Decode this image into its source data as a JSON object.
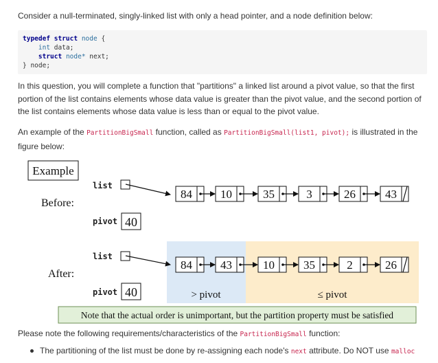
{
  "intro": "Consider a null-terminated, singly-linked list with only a head pointer, and a node definition below:",
  "code": {
    "line1_kw": "typedef struct",
    "line1_name": "node",
    "line1_brace": "{",
    "line2_type": "int",
    "line2_rest": "data;",
    "line3_kw": "struct",
    "line3_type": "node*",
    "line3_rest": "next;",
    "line4": "} node;"
  },
  "paragraph1": "In this question, you will complete a function that \"partitions\" a linked list around a pivot value, so that the first portion of the list contains elements whose data value is greater than the pivot value, and the second portion of the list contains elements whose data value is less than or equal to the pivot value.",
  "example_sentence": {
    "before": "An example of the",
    "func_name": "PartitionBigSmall",
    "middle": "function, called as",
    "call": "PartitionBigSmall(list1, pivot);",
    "after": "is illustrated in the figure below:"
  },
  "figure": {
    "example_label": "Example",
    "before_label": "Before:",
    "after_label": "After:",
    "list_label": "list",
    "pivot_label": "pivot",
    "pivot_value": "40",
    "before_nodes": [
      "84",
      "10",
      "35",
      "3",
      "26",
      "43"
    ],
    "after_nodes": [
      "84",
      "43",
      "10",
      "35",
      "2",
      "26"
    ],
    "greater_label": "> pivot",
    "lesser_label": "≤ pivot",
    "note": "Note that the actual order is unimportant, but the partition property must be satisfied",
    "colors": {
      "greater_region": "#dce9f6",
      "lesser_region": "#fdeccb",
      "note_bg": "#e2f0d9",
      "note_border": "#6e8f55"
    }
  },
  "requirements_sentence": {
    "before": "Please note the following requirements/characteristics of the",
    "func_name": "PartitionBigSmall",
    "after": "function:"
  },
  "bullet1": {
    "before": "The partitioning of the list must be done by re-assigning each node's",
    "attr": "next",
    "middle": "attribute. Do NOT use",
    "code": "malloc"
  }
}
